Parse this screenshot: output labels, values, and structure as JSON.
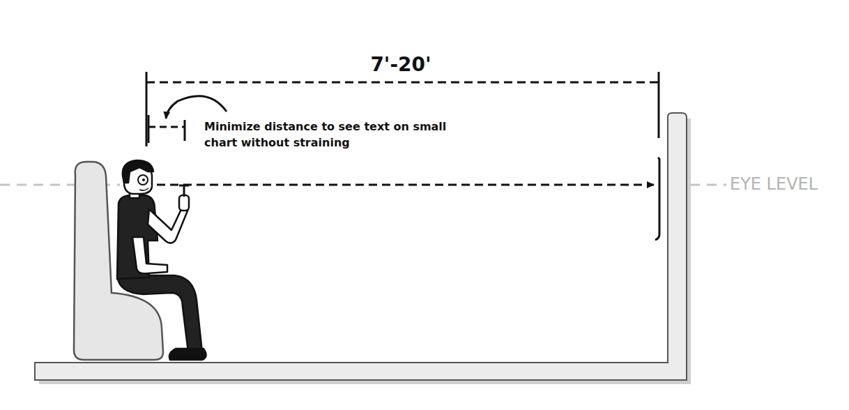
{
  "diagram": {
    "labels": [
      "7'-20'",
      "Minimize distance to see text on small chart without straining",
      "EYE LEVEL"
    ]
  }
}
